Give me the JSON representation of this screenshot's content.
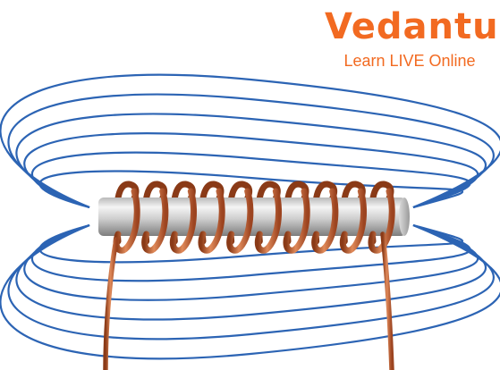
{
  "logo": {
    "wordmark": "Vedantu",
    "tagline": "Learn LIVE Online"
  },
  "colors": {
    "field_line": "#2c64b4",
    "coil": "#c4602e",
    "coil_shadow": "#8a3a17",
    "rod_light": "#f1f1f1",
    "rod_dark": "#8d8d8d",
    "brand": "#f26a21"
  },
  "diagram": {
    "subject": "solenoid-coil-magnetic-field",
    "coil_turns": 10,
    "field_loops_above": 6,
    "field_loops_below": 6
  }
}
